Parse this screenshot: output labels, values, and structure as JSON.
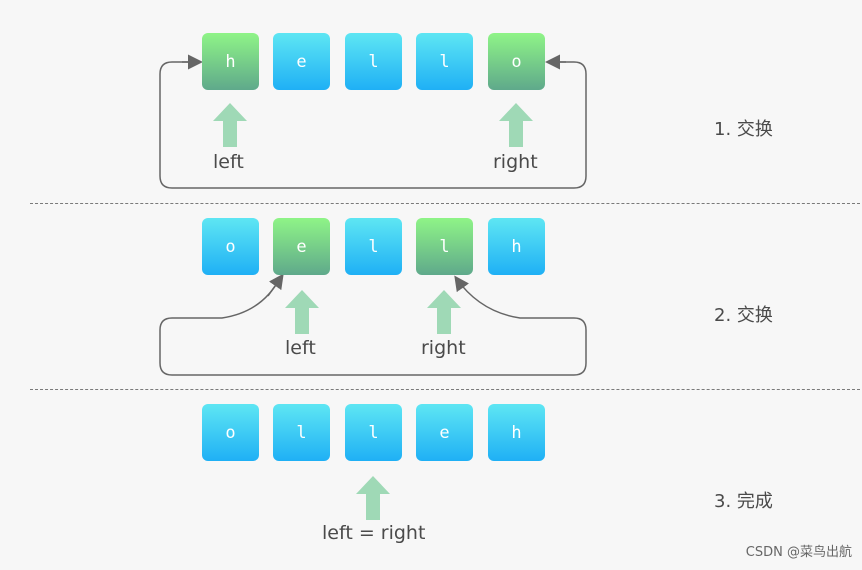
{
  "steps": [
    {
      "chars": [
        "h",
        "e",
        "l",
        "l",
        "o"
      ],
      "highlight": [
        0,
        4
      ],
      "pointer_left": "left",
      "pointer_right": "right",
      "caption": "1. 交换"
    },
    {
      "chars": [
        "o",
        "e",
        "l",
        "l",
        "h"
      ],
      "highlight": [
        1,
        3
      ],
      "pointer_left": "left",
      "pointer_right": "right",
      "caption": "2. 交换"
    },
    {
      "chars": [
        "o",
        "l",
        "l",
        "e",
        "h"
      ],
      "highlight": [],
      "pointer_both": "left = right",
      "caption": "3. 完成"
    }
  ],
  "credit": "CSDN @菜鸟出航",
  "colors": {
    "blue_top": "#5ee6f3",
    "blue_bottom": "#1fb0f5",
    "green_top": "#8ff487",
    "green_bottom": "#5fa98b",
    "arrow": "#9fd9b6",
    "line": "#666666"
  }
}
